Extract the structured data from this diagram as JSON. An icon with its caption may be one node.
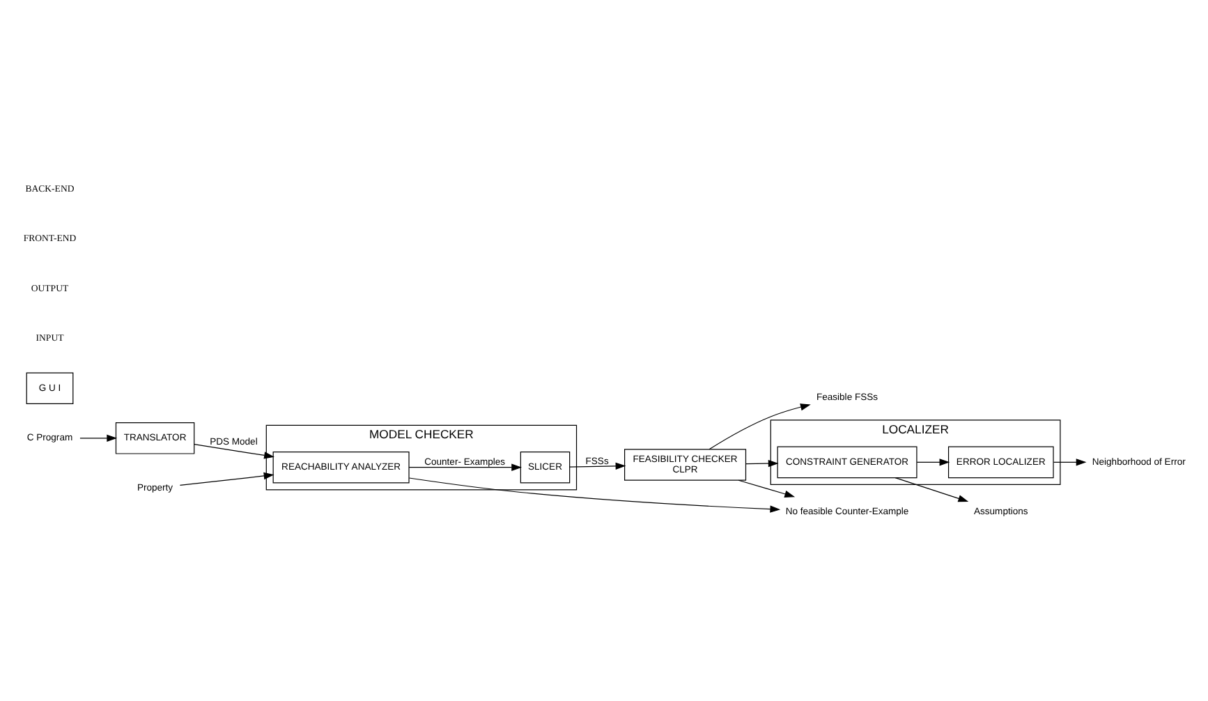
{
  "diagram": {
    "nodes": [
      {
        "text": [
          "C Program"
        ]
      },
      {
        "text": [
          "Property"
        ]
      },
      {
        "text": [
          "G U I"
        ]
      },
      {
        "text": [
          "TRANSLATOR"
        ]
      },
      {
        "text": [
          "MODEL CHECKER"
        ]
      },
      {
        "text": [
          "REACHABILITY ANALYZER"
        ],
        "in": 4
      },
      {
        "text": [
          "SLICER"
        ],
        "in": 4
      },
      {
        "text": [
          "FEASIBILITY CHECKER",
          "CLPR"
        ]
      },
      {
        "text": [
          "LOCALIZER"
        ]
      },
      {
        "text": [
          "CONSTRAINT GENERATOR"
        ],
        "in": 8
      },
      {
        "text": [
          "ERROR LOCALIZER"
        ],
        "in": 8
      },
      {
        "text": [
          "No feasible Counter-Example"
        ]
      },
      {
        "text": [
          "Feasible FSSs"
        ]
      },
      {
        "text": [
          "Assumptions"
        ]
      },
      {
        "text": [
          "Neighborhood of Error"
        ]
      }
    ],
    "edges": [
      {
        "from": 0,
        "to": 3,
        "arrow": "to"
      },
      {
        "from": 3,
        "to": 5,
        "arrow": "to",
        "label": "PDS Model"
      },
      {
        "from": 1,
        "to": 5,
        "arrow": "to"
      },
      {
        "from": 5,
        "to": 6,
        "arrow": "to",
        "label": "Counter- Examples"
      },
      {
        "from": 6,
        "to": 7,
        "arrow": "to",
        "label": "FSSs"
      },
      {
        "from": 5,
        "to": 11,
        "arrow": "to"
      },
      {
        "from": 7,
        "to": 11,
        "arrow": "to"
      },
      {
        "from": 7,
        "to": 12,
        "arrow": "to"
      },
      {
        "from": 7,
        "to": 9,
        "arrow": "to"
      },
      {
        "from": 9,
        "to": 10,
        "arrow": "to"
      },
      {
        "from": 9,
        "to": 13,
        "arrow": "to"
      },
      {
        "from": 10,
        "to": 14,
        "arrow": "to"
      }
    ],
    "labels": [
      "INPUT",
      "OUTPUT",
      "FRONT-END",
      "BACK-END"
    ]
  }
}
